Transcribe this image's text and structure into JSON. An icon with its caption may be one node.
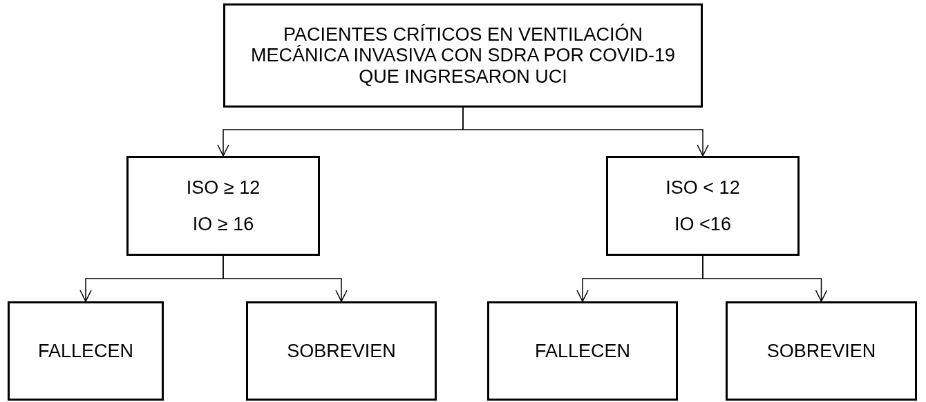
{
  "diagram": {
    "nodes": [
      {
        "text": [
          "PACIENTES CRÍTICOS EN VENTILACIÓN MECÁNICA INVASIVA CON SDRA POR COVID-19 QUE INGRESARON UCI"
        ]
      },
      {
        "text": [
          "ISO ≥ 12",
          "IO ≥ 16"
        ]
      },
      {
        "text": [
          "ISO < 12",
          "IO <16"
        ]
      },
      {
        "text": [
          "FALLECEN"
        ]
      },
      {
        "text": [
          "SOBREVIEN"
        ]
      },
      {
        "text": [
          "FALLECEN"
        ]
      },
      {
        "text": [
          "SOBREVIEN"
        ]
      }
    ],
    "edges": [
      {
        "from": 0,
        "to": 1,
        "arrow": "to"
      },
      {
        "from": 0,
        "to": 2,
        "arrow": "to"
      },
      {
        "from": 1,
        "to": 3,
        "arrow": "to"
      },
      {
        "from": 1,
        "to": 4,
        "arrow": "to"
      },
      {
        "from": 2,
        "to": 5,
        "arrow": "to"
      },
      {
        "from": 2,
        "to": 6,
        "arrow": "to"
      }
    ]
  }
}
